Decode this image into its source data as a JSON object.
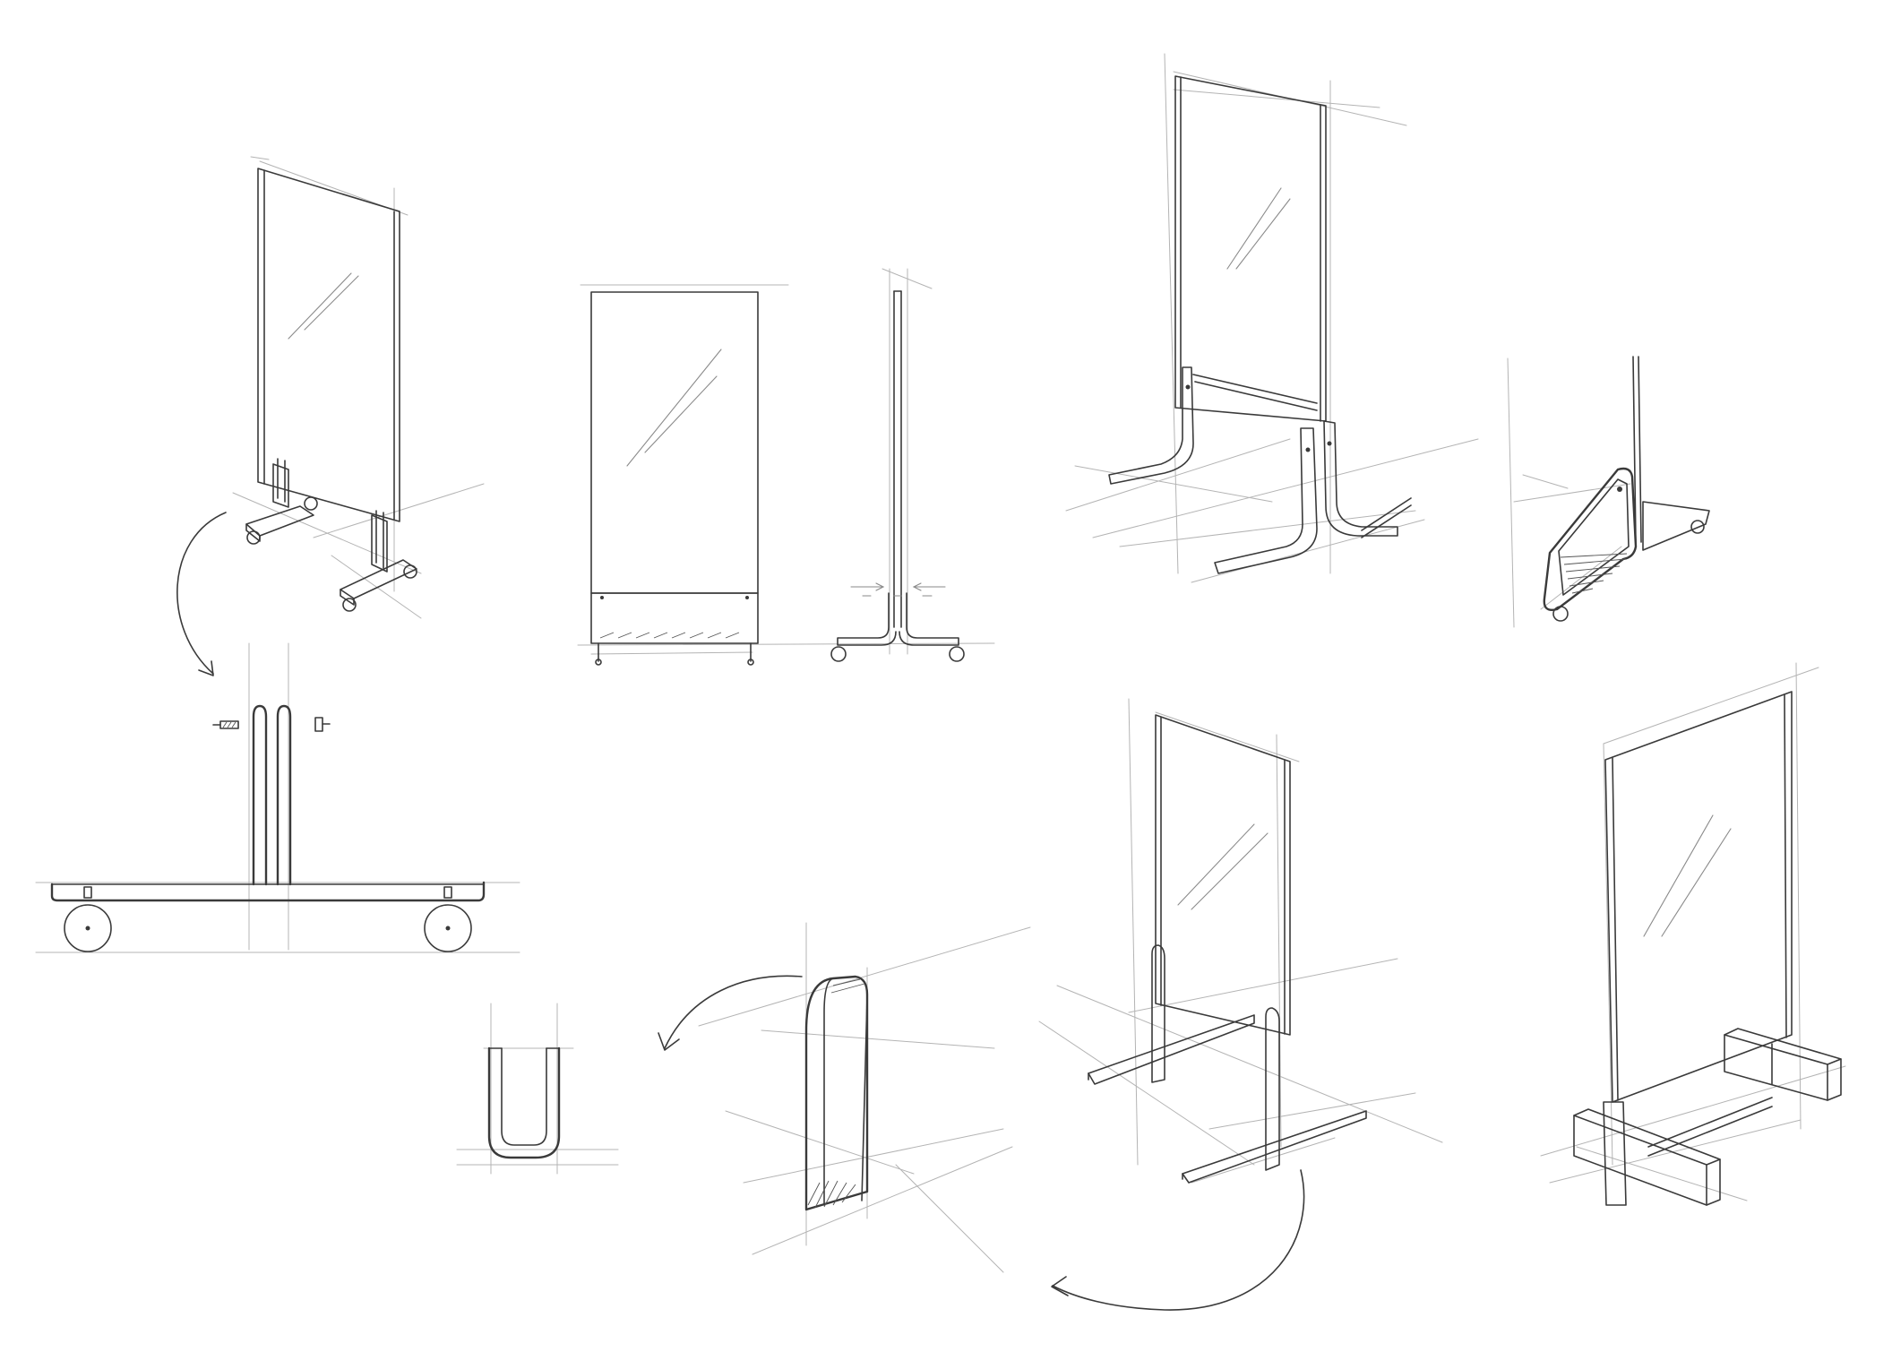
{
  "sheet": {
    "type": "concept-sketch-sheet",
    "background": "#ffffff",
    "ink_color": "#3a3a3a",
    "guide_color": "#b4b4b4"
  },
  "views": [
    {
      "name": "perspective-screen-on-casters"
    },
    {
      "name": "front-elevation-screen"
    },
    {
      "name": "side-elevation-screen"
    },
    {
      "name": "perspective-tall-screen-bent-feet"
    },
    {
      "name": "detail-triangular-foot"
    },
    {
      "name": "front-elevation-base-with-wheels"
    },
    {
      "name": "section-u-profile"
    },
    {
      "name": "detail-rounded-upright"
    },
    {
      "name": "perspective-screen-flat-base"
    },
    {
      "name": "perspective-screen-box-feet"
    }
  ],
  "annotations": {
    "arrows": [
      "curved-arrow-left",
      "curved-arrow-middle",
      "curved-arrow-bottom"
    ]
  }
}
